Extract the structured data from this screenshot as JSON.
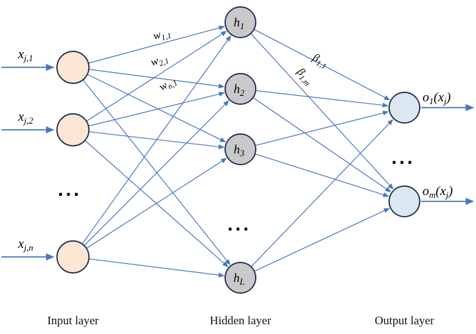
{
  "input_layer": {
    "caption": "Input layer",
    "ellipsis": "...",
    "node_labels": [
      {
        "base": "x",
        "sub": "j,1"
      },
      {
        "base": "x",
        "sub": "j,2"
      },
      {
        "base": "x",
        "sub": "j,n"
      }
    ]
  },
  "hidden_layer": {
    "caption": "Hidden layer",
    "ellipsis": "...",
    "node_labels": [
      {
        "base": "h",
        "sub": "1"
      },
      {
        "base": "h",
        "sub": "2"
      },
      {
        "base": "h",
        "sub": "3"
      },
      {
        "base": "h",
        "sub": "L"
      }
    ]
  },
  "output_layer": {
    "caption": "Output layer",
    "ellipsis": "...",
    "node_labels": [
      {
        "base": "o",
        "sub": "1",
        "arg_base": "(x",
        "arg_sub": "j",
        "close": ")"
      },
      {
        "base": "o",
        "sub": "m",
        "arg_base": "(x",
        "arg_sub": "j",
        "close": ")"
      }
    ]
  },
  "edge_labels": {
    "weights": [
      {
        "base": "w",
        "sub": "1,1"
      },
      {
        "base": "w",
        "sub": "2,1"
      },
      {
        "base": "w",
        "sub": "n,1"
      }
    ],
    "betas": [
      {
        "base": "β",
        "sub": "1,1"
      },
      {
        "base": "β",
        "sub": "1,m"
      }
    ]
  },
  "colors": {
    "edge": "#4878c0",
    "input_fill": "#fce6d4",
    "hidden_fill": "#c9c9c9",
    "output_fill": "#dbe7f3",
    "node_stroke": "#1b2a4a"
  }
}
